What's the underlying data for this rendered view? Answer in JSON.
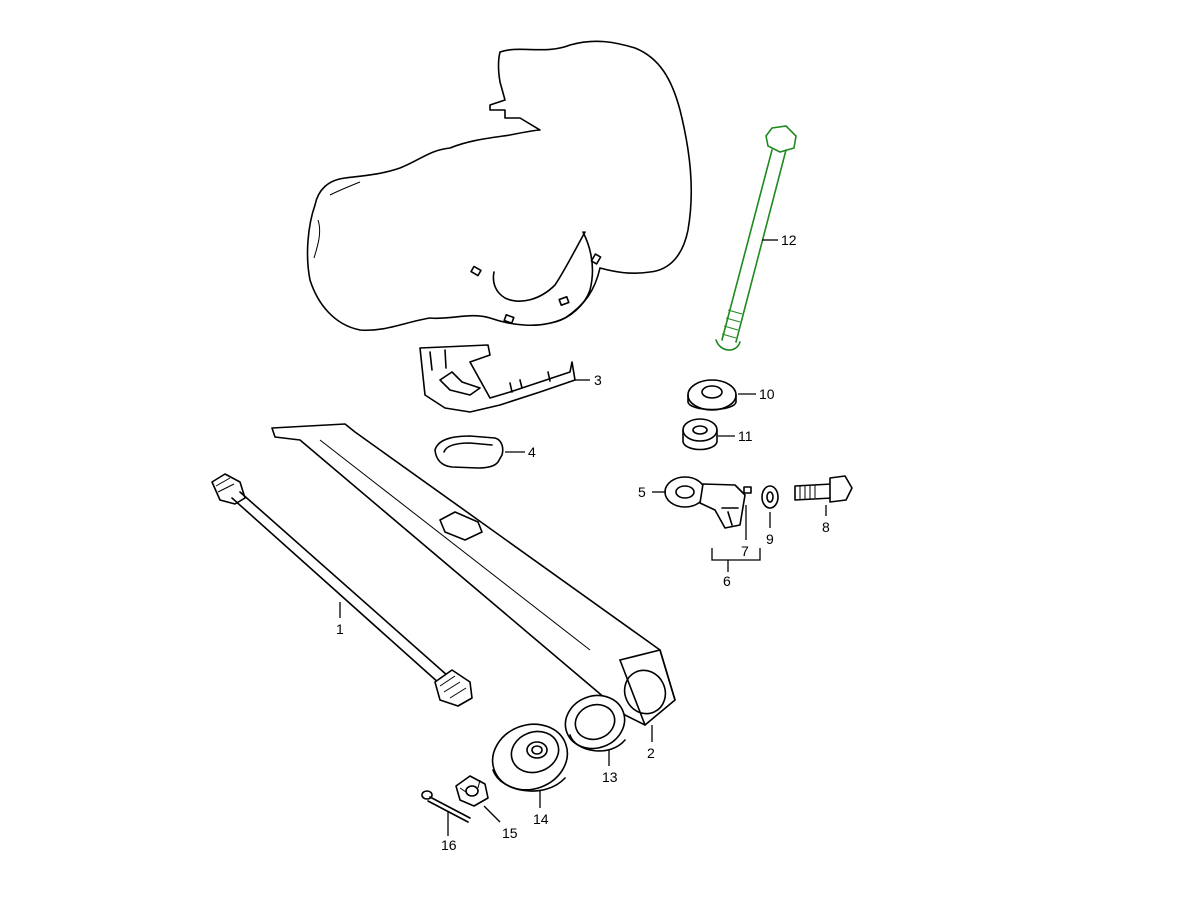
{
  "callouts": {
    "c1": "1",
    "c2": "2",
    "c3": "3",
    "c4": "4",
    "c5": "5",
    "c6": "6",
    "c7": "7",
    "c8": "8",
    "c9": "9",
    "c10": "10",
    "c11": "11",
    "c12": "12",
    "c13": "13",
    "c14": "14",
    "c15": "15",
    "c16": "16"
  },
  "highlight_color": "#1f8a1f",
  "line_color": "#000000"
}
